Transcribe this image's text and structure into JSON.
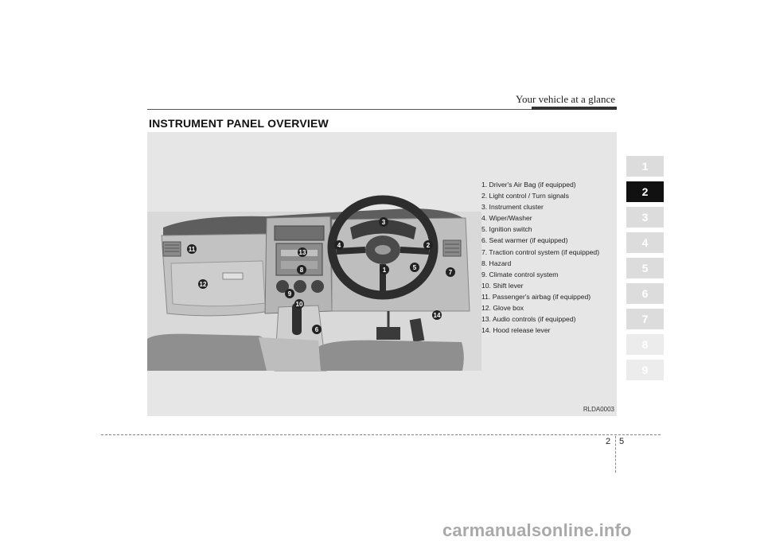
{
  "header": {
    "title": "Your vehicle at a glance"
  },
  "section": {
    "title": "INSTRUMENT PANEL OVERVIEW"
  },
  "figure": {
    "code": "RLDA0003",
    "legend": [
      "1. Driver's Air Bag (if equipped)",
      "2. Light control / Turn signals",
      "3. Instrument cluster",
      "4. Wiper/Washer",
      "5. Ignition switch",
      "6. Seat warmer (if equipped)",
      "7. Traction control system (if equipped)",
      "8. Hazard",
      "9. Climate control system",
      "10. Shift lever",
      "11. Passenger's airbag (if equipped)",
      "12. Glove box",
      "13. Audio controls (if equipped)",
      "14. Hood release lever"
    ],
    "callouts": [
      "1",
      "2",
      "3",
      "4",
      "5",
      "6",
      "7",
      "8",
      "9",
      "10",
      "11",
      "12",
      "13",
      "14"
    ]
  },
  "chapters": {
    "items": [
      "1",
      "2",
      "3",
      "4",
      "5",
      "6",
      "7",
      "8",
      "9"
    ],
    "active": "2"
  },
  "footer": {
    "section_num": "2",
    "page_num": "5"
  },
  "watermark": "carmanualsonline.info"
}
